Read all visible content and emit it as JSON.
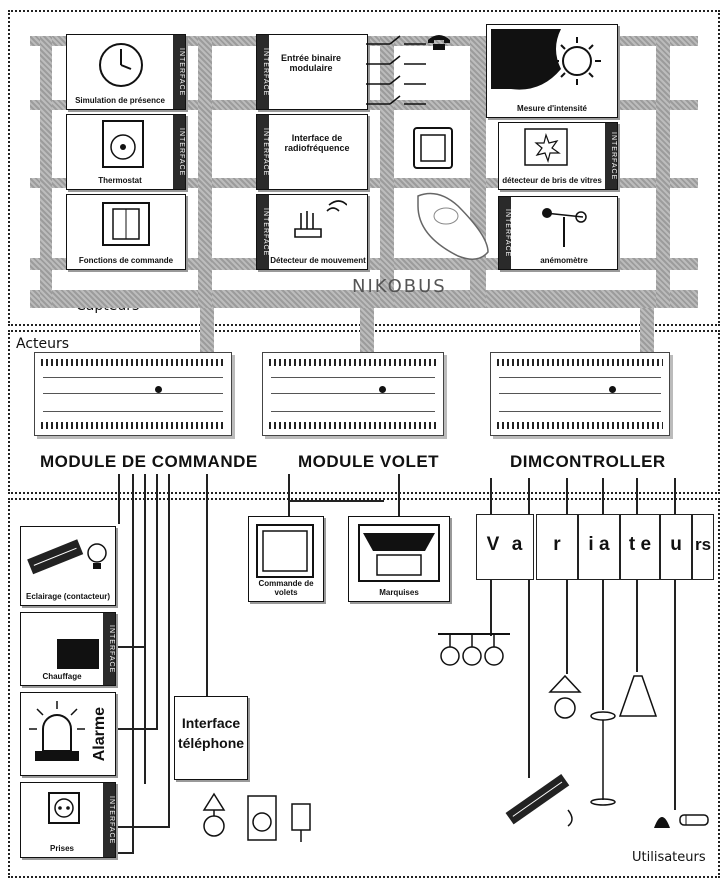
{
  "sections": {
    "capteurs": "Capteurs",
    "acteurs": "Acteurs",
    "utilisateurs": "Utilisateurs"
  },
  "bus_label": "NIKOBUS",
  "interface_tag": "INTERFACE",
  "sensors": [
    "Simulation de présence",
    "Thermostat",
    "Fonctions de commande",
    "Entrée binaire modulaire",
    "Interface de radiofréquence",
    "Détecteur de mouvement",
    "Mesure d'intensité",
    "détecteur de bris de vitres",
    "anémomètre"
  ],
  "modules": [
    "MODULE DE COMMANDE",
    "MODULE VOLET",
    "DIMCONTROLLER"
  ],
  "users_left": [
    "Eclairage (contacteur)",
    "Chauffage",
    "Alarme",
    "Prises"
  ],
  "phone_interface": [
    "Interface",
    "téléphone"
  ],
  "users_middle": [
    "Commande de volets",
    "Marquises"
  ],
  "variateurs_letters": [
    "V",
    "a",
    "r",
    "i",
    "a",
    "t",
    "e",
    "u",
    "r",
    "s"
  ]
}
